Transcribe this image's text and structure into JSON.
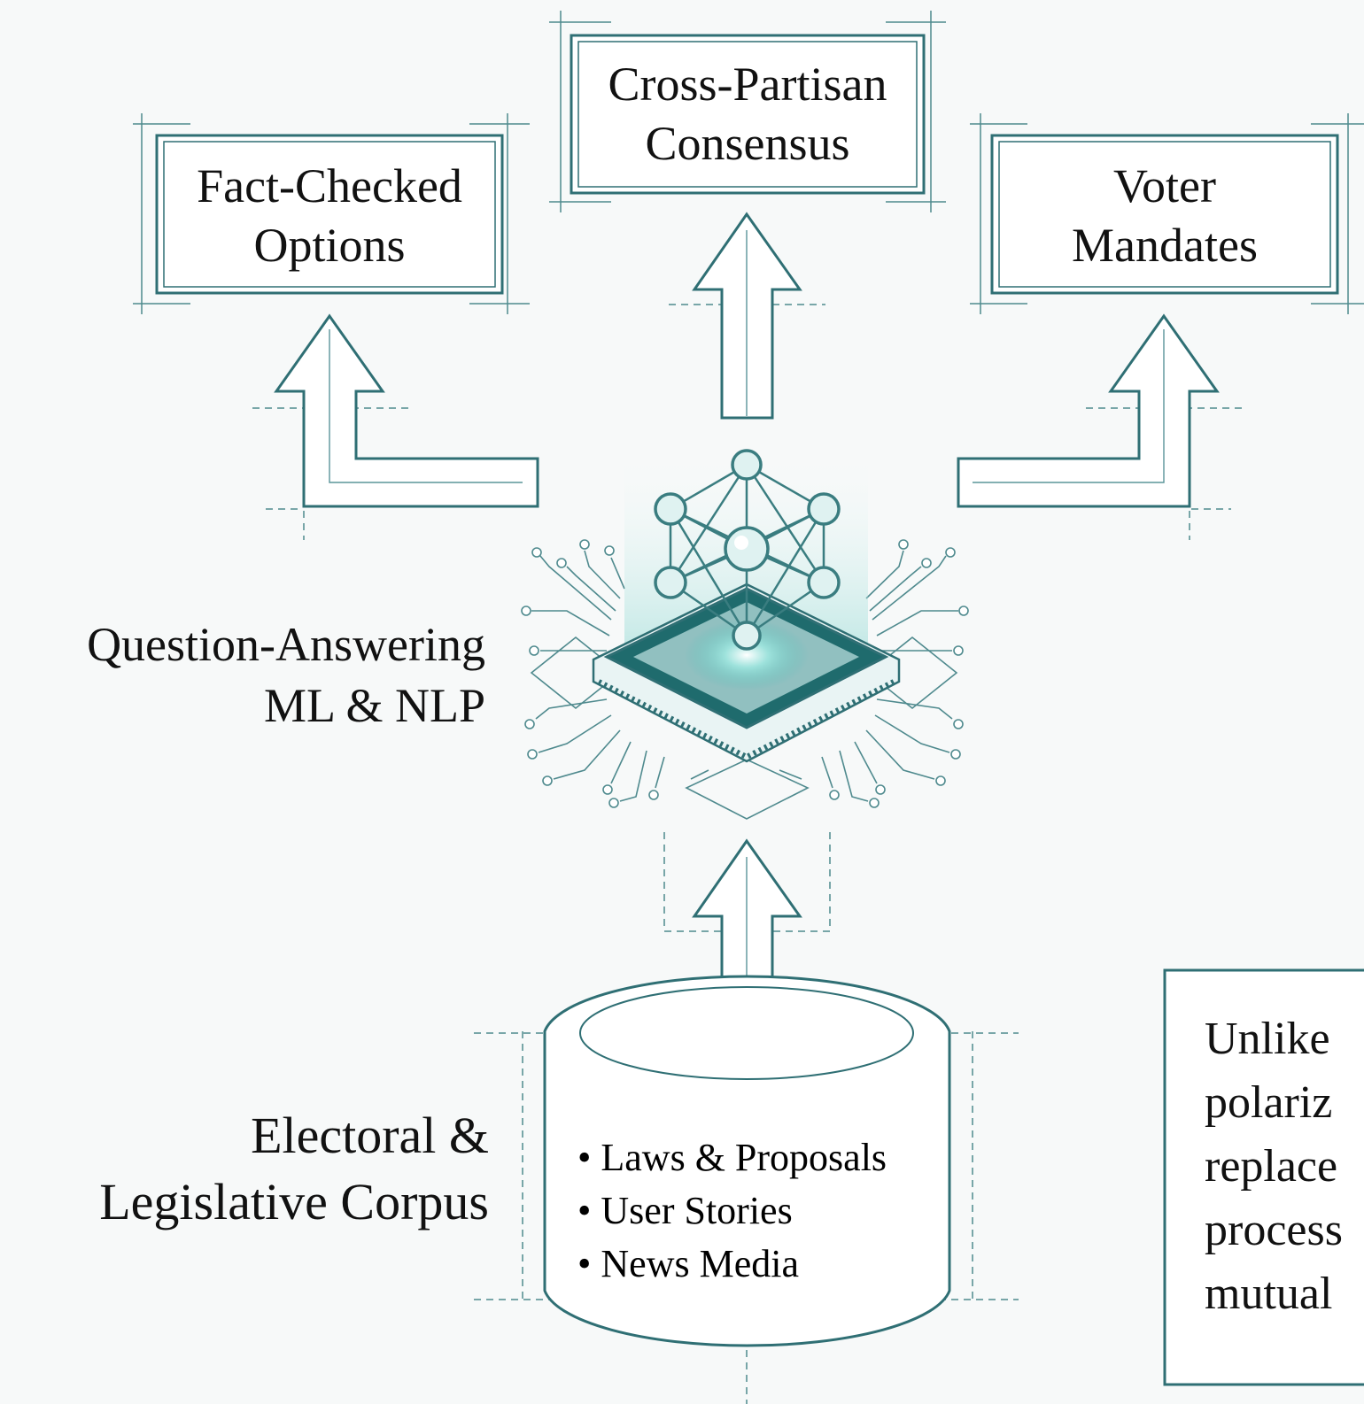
{
  "outputs": {
    "fact_checked": [
      "Fact-Checked",
      "Options"
    ],
    "cross_partisan": [
      "Cross-Partisan",
      "Consensus"
    ],
    "voter_mandates": [
      "Voter",
      "Mandates"
    ]
  },
  "processor_label": [
    "Question-Answering",
    "ML & NLP"
  ],
  "corpus_label": [
    "Electoral &",
    "Legislative Corpus"
  ],
  "corpus_items": [
    "• Laws & Proposals",
    "• User Stories",
    "• News Media"
  ],
  "note_lines": [
    "Unlike",
    "polariz",
    "replace",
    "process",
    "mutual"
  ],
  "colors": {
    "stroke": "#2f6f74",
    "accent": "#4fbdb6",
    "chip": "#1f6b6d",
    "background": "#f7f9f9"
  }
}
